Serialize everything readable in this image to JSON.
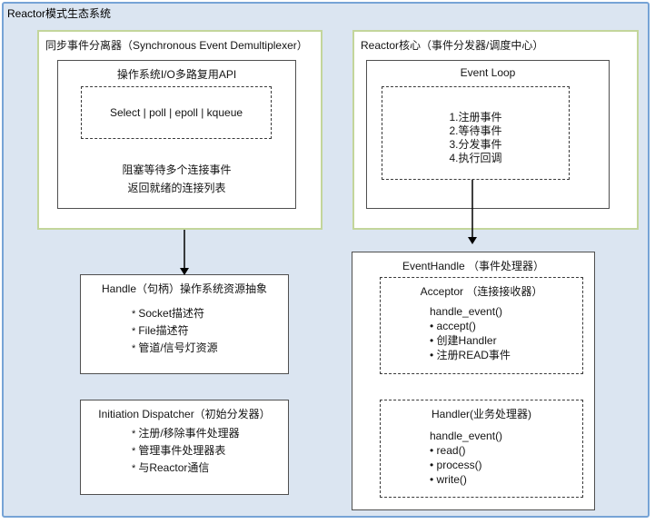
{
  "page": {
    "title": "Reactor模式生态系统"
  },
  "colors": {
    "background": "#dbe5f1",
    "frame_border": "#76a3d6",
    "container_border": "#c3d69b",
    "box_border": "#4f4f4f",
    "arrow": "#000000"
  },
  "demultiplexer": {
    "title": "同步事件分离器（Synchronous Event Demultiplexer）",
    "api_box": {
      "title": "操作系统I/O多路复用API",
      "options": "Select | poll | epoll | kqueue",
      "note_line1": "阻塞等待多个连接事件",
      "note_line2": "返回就绪的连接列表"
    }
  },
  "reactor_core": {
    "title": "Reactor核心（事件分发器/调度中心）",
    "event_loop": {
      "title": "Event Loop",
      "steps": [
        "1.注册事件",
        "2.等待事件",
        "3.分发事件",
        "4.执行回调"
      ]
    }
  },
  "handle_box": {
    "title": "Handle（句柄）操作系统资源抽象",
    "items": [
      "Socket描述符",
      "File描述符",
      "管道/信号灯资源"
    ]
  },
  "dispatcher_box": {
    "title": "Initiation Dispatcher（初始分发器）",
    "items": [
      "注册/移除事件处理器",
      "管理事件处理器表",
      "与Reactor通信"
    ]
  },
  "event_handler": {
    "title": "EventHandle （事件处理器）",
    "acceptor": {
      "title": "Acceptor （连接接收器）",
      "method": "handle_event()",
      "items": [
        "accept()",
        "创建Handler",
        "注册READ事件"
      ]
    },
    "handler": {
      "title": "Handler(业务处理器)",
      "method": "handle_event()",
      "items": [
        "read()",
        "process()",
        "write()"
      ]
    }
  }
}
